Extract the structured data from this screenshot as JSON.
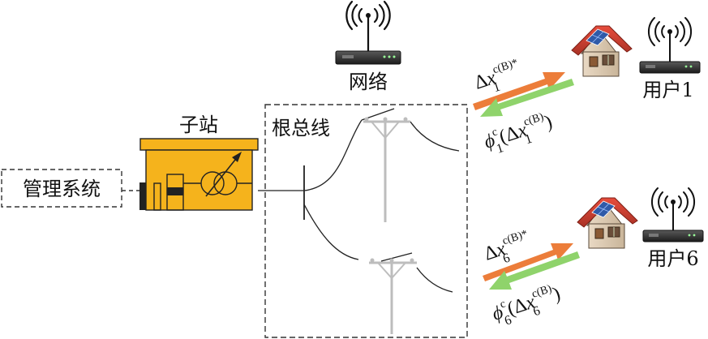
{
  "labels": {
    "management": "管理系统",
    "substation": "子站",
    "root_bus": "根总线",
    "network": "网络",
    "user1": "用户1",
    "user6": "用户6"
  },
  "flows": {
    "user1_out": {
      "delta": "Δ",
      "x": "x",
      "sup": "c(B)*",
      "sub": "1"
    },
    "user1_in": {
      "phi": "ϕ",
      "sup1": "c",
      "sub1": "1",
      "open": "(Δ",
      "x": "x",
      "sup2": "c(B)",
      "sub2": "1",
      "close": ")"
    },
    "user6_out": {
      "delta": "Δ",
      "x": "x",
      "sup": "c(B)*",
      "sub": "6"
    },
    "user6_in": {
      "phi": "ϕ",
      "sup1": "c",
      "sub1": "6",
      "open": "(Δ",
      "x": "x",
      "sup2": "c(B)",
      "sub2": "6",
      "close": ")"
    }
  },
  "colors": {
    "substation": "#f5b31c",
    "outgoing_arrow": "#ec7d3a",
    "incoming_arrow": "#8fd36b",
    "roof": "#c0392b",
    "panel": "#2f5aa8",
    "pole": "#bdbdbd"
  },
  "icons": [
    "wifi-icon",
    "router-icon",
    "house-icon",
    "solar-panel-icon",
    "transformer-icon",
    "utility-pole-icon"
  ]
}
